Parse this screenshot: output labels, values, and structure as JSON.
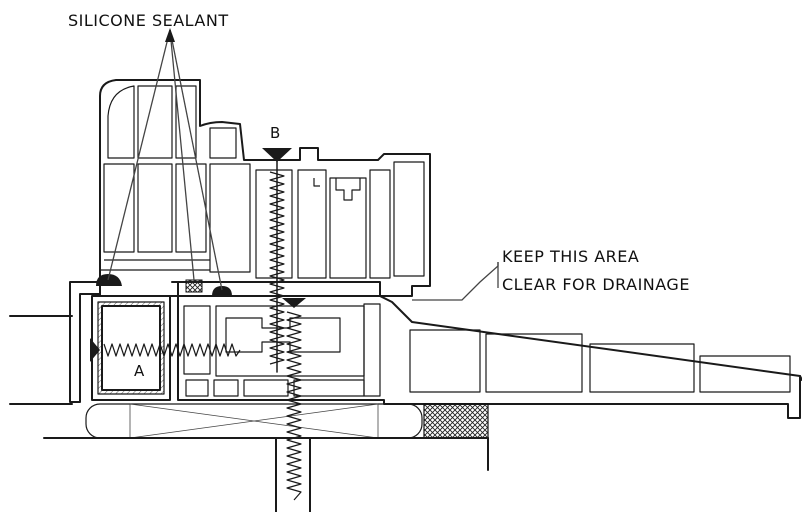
{
  "labels": {
    "silicone": "SILICONE SEALANT",
    "drainage_line1": "KEEP THIS AREA",
    "drainage_line2": "CLEAR FOR DRAINAGE",
    "marker_a": "A",
    "marker_b": "B"
  },
  "colors": {
    "ink": "#1a1a1a",
    "background": "#ffffff"
  }
}
